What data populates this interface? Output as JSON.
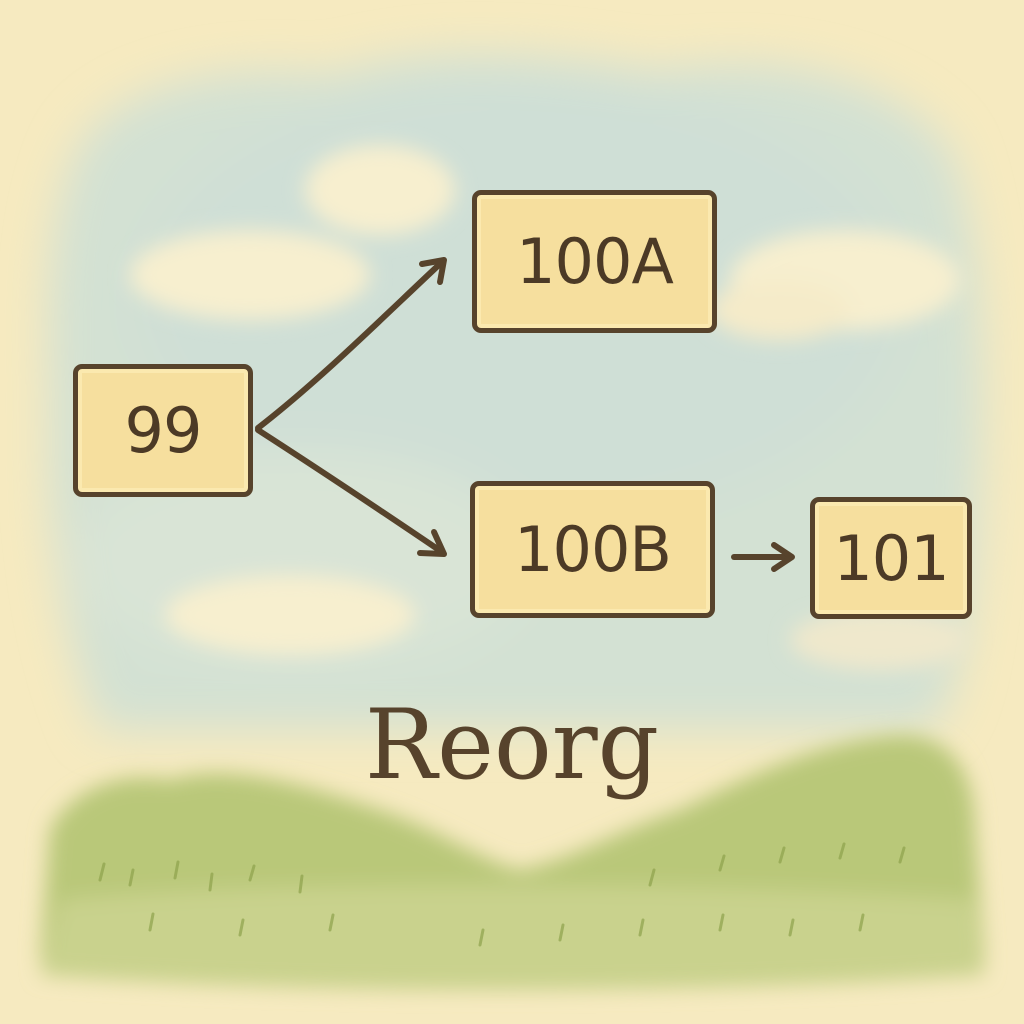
{
  "diagram": {
    "nodes": [
      {
        "id": "n99",
        "label": "99"
      },
      {
        "id": "n100a",
        "label": "100A"
      },
      {
        "id": "n100b",
        "label": "100B"
      },
      {
        "id": "n101",
        "label": "101"
      }
    ],
    "edges": [
      {
        "from": "99",
        "to": "100A"
      },
      {
        "from": "99",
        "to": "100B"
      },
      {
        "from": "100B",
        "to": "101"
      }
    ],
    "caption": "Reorg"
  },
  "colors": {
    "sky": "#d6e3d2",
    "paper": "#f6eac0",
    "node_fill": "#f6df9e",
    "ink": "#57432c",
    "grass": "#a8bd5c"
  }
}
